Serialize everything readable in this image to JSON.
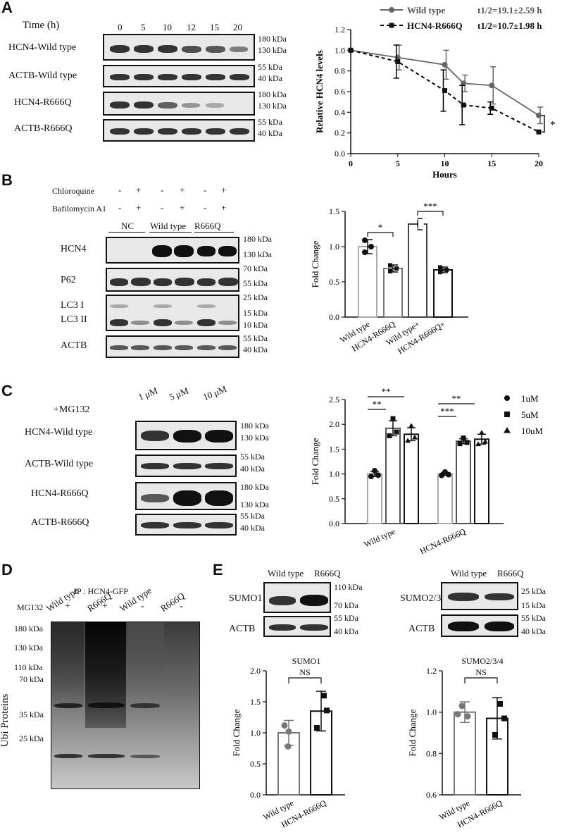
{
  "panels": {
    "a": "A",
    "b": "B",
    "c": "C",
    "d": "D",
    "e": "E"
  },
  "panelA": {
    "time_header": "Time (h)",
    "times": [
      "0",
      "5",
      "10",
      "12",
      "15",
      "20"
    ],
    "rows": [
      "HCN4-Wild type",
      "ACTB-Wild type",
      "HCN4-R666Q",
      "ACTB-R666Q"
    ],
    "kda": [
      [
        "180 kDa",
        "130 kDa"
      ],
      [
        "55  kDa",
        "40  kDa"
      ],
      [
        "180 kDa",
        "130 kDa"
      ],
      [
        "55  kDa",
        "40  kDa"
      ]
    ]
  },
  "panelB": {
    "chloroquine": "Chloroquine",
    "bafilomycin": "Bafilomycin A1",
    "signs_top": [
      "-",
      "+",
      "-",
      "+",
      "-",
      "+"
    ],
    "signs_bottom": [
      "-",
      "+",
      "-",
      "+",
      "-",
      "+"
    ],
    "groups": [
      "NC",
      "Wild type",
      "R666Q"
    ],
    "rows": [
      "HCN4",
      "P62",
      "LC3 I",
      "LC3 II",
      "ACTB"
    ],
    "kda": [
      "180 kDa",
      "130 kDa",
      "70  kDa",
      "55  kDa",
      "25  kDa",
      "15  kDa",
      "10  kDa",
      "55  kDa",
      "40  kDa"
    ]
  },
  "panelC": {
    "treatment": "+MG132",
    "doses": [
      "1 μM",
      "5 μM",
      "10 μM"
    ],
    "rows": [
      "HCN4-Wild type",
      "ACTB-Wild type",
      "HCN4-R666Q",
      "ACTB-R666Q"
    ],
    "kda": [
      [
        "180 kDa",
        "130 kDa"
      ],
      [
        "55  kDa",
        "40  kDa"
      ],
      [
        "180 kDa",
        "130 kDa"
      ],
      [
        "55  kDa",
        "40  kDa"
      ]
    ]
  },
  "panelD": {
    "ip_label": "IP : HCN4-GFP",
    "mg132": "MG132",
    "mg_signs": [
      "+",
      "+",
      "-",
      "-"
    ],
    "lanes": [
      "Wild type",
      "R666Q",
      "Wild type",
      "R666Q"
    ],
    "ylabel": "Ubi  Proteins",
    "kda": [
      "180 kDa",
      "130 kDa",
      "110 kDa",
      "70 kDa",
      "35 kDa",
      "25 kDa"
    ]
  },
  "panelE": {
    "left_header": [
      "Wild type",
      "R666Q"
    ],
    "right_header": [
      "Wild type",
      "R666Q"
    ],
    "left_rows": [
      "SUMO1",
      "ACTB"
    ],
    "right_rows": [
      "SUMO2/3/4",
      "ACTB"
    ],
    "left_kda": [
      "110 kDa",
      "70 kDa",
      "55  kDa",
      "40  kDa"
    ],
    "right_kda": [
      "25  kDa",
      "15 kDa",
      "55  kDa",
      "40  kDa"
    ]
  },
  "chart_data": [
    {
      "type": "line",
      "xlabel": "Hours",
      "ylabel": "Relative HCN4 levels",
      "xlim": [
        0,
        20
      ],
      "ylim": [
        0,
        1.2
      ],
      "xticks": [
        "0",
        "5",
        "10",
        "15",
        "20"
      ],
      "yticks": [
        "0.0",
        "0.2",
        "0.4",
        "0.6",
        "0.8",
        "1.0",
        "1.2"
      ],
      "x": [
        0,
        5,
        10,
        12,
        15,
        20
      ],
      "series": [
        {
          "name": "Wild type",
          "annotation": "t1/2=19.1±2.59 h",
          "values": [
            1.0,
            0.93,
            0.86,
            0.68,
            0.66,
            0.37
          ],
          "err": [
            0.0,
            0.12,
            0.14,
            0.08,
            0.18,
            0.08
          ],
          "color": "#666666"
        },
        {
          "name": "HCN4-R666Q",
          "annotation": "t1/2=10.7±1.98 h",
          "values": [
            1.0,
            0.89,
            0.61,
            0.47,
            0.44,
            0.21
          ],
          "err": [
            0.0,
            0.16,
            0.2,
            0.19,
            0.06,
            0.0
          ],
          "color": "#000000"
        }
      ],
      "significance": "*"
    },
    {
      "type": "bar",
      "ylabel": "Fold Change",
      "ylim": [
        0,
        1.5
      ],
      "yticks": [
        "0.0",
        "0.5",
        "1.0",
        "1.5"
      ],
      "categories": [
        "Wild type",
        "HCN4-R666Q",
        "Wild type+",
        "HCN4-R666Q+"
      ],
      "values": [
        1.0,
        0.69,
        1.32,
        0.67
      ],
      "err": [
        0.1,
        0.05,
        0.08,
        0.04
      ],
      "significance": [
        {
          "pair": [
            0,
            1
          ],
          "label": "*"
        },
        {
          "pair": [
            2,
            3
          ],
          "label": "***"
        }
      ]
    },
    {
      "type": "bar",
      "ylabel": "Fold Change",
      "ylim": [
        0,
        2.5
      ],
      "yticks": [
        "0.0",
        "0.5",
        "1.0",
        "1.5",
        "2.0",
        "2.5"
      ],
      "categories": [
        "Wild type",
        "HCN4-R666Q"
      ],
      "series": [
        {
          "name": "1uM",
          "values": [
            1.0,
            1.0
          ],
          "err": [
            0.05,
            0.03
          ]
        },
        {
          "name": "5uM",
          "values": [
            1.92,
            1.66
          ],
          "err": [
            0.15,
            0.05
          ]
        },
        {
          "name": "10uM",
          "values": [
            1.8,
            1.7
          ],
          "err": [
            0.13,
            0.1
          ]
        }
      ],
      "significance": [
        "**",
        "**",
        "***",
        "**"
      ]
    },
    {
      "type": "bar",
      "title": "SUMO1",
      "ylabel": "Fold Change",
      "ylim": [
        0,
        2.0
      ],
      "yticks": [
        "0.0",
        "0.5",
        "1.0",
        "1.5",
        "2.0"
      ],
      "categories": [
        "Wild type",
        "HCN4-R666Q"
      ],
      "values": [
        1.0,
        1.35
      ],
      "err": [
        0.2,
        0.32
      ],
      "significance": "NS"
    },
    {
      "type": "bar",
      "title": "SUMO2/3/4",
      "ylabel": "Fold Change",
      "ylim": [
        0.6,
        1.2
      ],
      "yticks": [
        "0.6",
        "0.8",
        "1.0",
        "1.2"
      ],
      "categories": [
        "Wild type",
        "HCN4-R666Q"
      ],
      "values": [
        1.0,
        0.97
      ],
      "err": [
        0.05,
        0.1
      ],
      "significance": "NS"
    }
  ]
}
